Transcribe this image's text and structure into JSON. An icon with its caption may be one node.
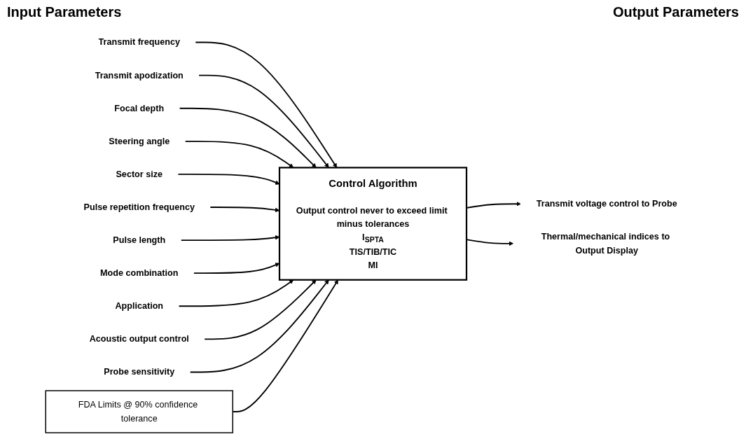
{
  "diagram": {
    "nodes": [
      {
        "text": [
          "Transmit frequency"
        ]
      },
      {
        "text": [
          "Transmit apodization"
        ]
      },
      {
        "text": [
          "Focal depth"
        ]
      },
      {
        "text": [
          "Steering angle"
        ]
      },
      {
        "text": [
          "Sector size"
        ]
      },
      {
        "text": [
          "Pulse repetition frequency"
        ]
      },
      {
        "text": [
          "Pulse length"
        ]
      },
      {
        "text": [
          "Mode combination"
        ]
      },
      {
        "text": [
          "Application"
        ]
      },
      {
        "text": [
          "Acoustic output control"
        ]
      },
      {
        "text": [
          "Probe sensitivity"
        ]
      },
      {
        "text": [
          "Control Algorithm",
          "Output control never to exceed limit minus tolerances",
          "I$_{SPTA}$",
          "TIS/TIB/TIC",
          "MI"
        ]
      },
      {
        "text": [
          "Transmit voltage control to **Probe**"
        ]
      },
      {
        "text": [
          "Thermal/mechanical indices to Output Display"
        ]
      },
      {
        "text": [
          "FDA Limits @ 90% confidence tolerance"
        ]
      }
    ],
    "edges": [
      {
        "from": 0,
        "to": 11,
        "arrow": "to"
      },
      {
        "from": 1,
        "to": 11,
        "arrow": "to"
      },
      {
        "from": 2,
        "to": 11,
        "arrow": "to"
      },
      {
        "from": 3,
        "to": 11,
        "arrow": "to"
      },
      {
        "from": 4,
        "to": 11,
        "arrow": "to"
      },
      {
        "from": 5,
        "to": 11,
        "arrow": "to"
      },
      {
        "from": 6,
        "to": 11,
        "arrow": "to"
      },
      {
        "from": 7,
        "to": 11,
        "arrow": "to"
      },
      {
        "from": 8,
        "to": 11,
        "arrow": "to"
      },
      {
        "from": 9,
        "to": 11,
        "arrow": "to"
      },
      {
        "from": 10,
        "to": 11,
        "arrow": "to"
      },
      {
        "from": 11,
        "to": 12,
        "arrow": "to"
      },
      {
        "from": 11,
        "to": 13,
        "arrow": "to"
      },
      {
        "from": 14,
        "to": 11,
        "arrow": "to"
      }
    ],
    "labels": [
      "Input Parameters",
      "Output Parameters"
    ]
  }
}
